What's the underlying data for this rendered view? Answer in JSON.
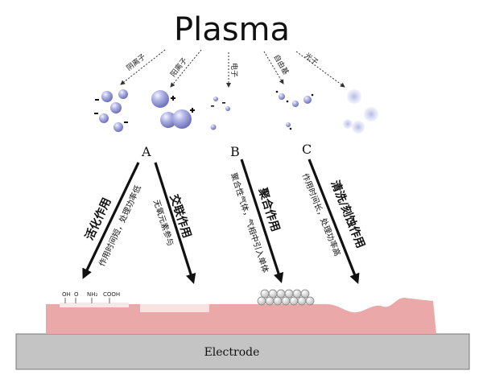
{
  "title": "Plasma",
  "species": [
    {
      "id": "neg",
      "label": "阴离子"
    },
    {
      "id": "pos",
      "label": "阳离子"
    },
    {
      "id": "electron",
      "label": "电子"
    },
    {
      "id": "radical",
      "label": "自由基"
    },
    {
      "id": "photon",
      "label": "光子"
    }
  ],
  "mechanisms": [
    {
      "letter": "A",
      "title": "活化作用",
      "note": "作用时间短，处理功率低"
    },
    {
      "letter": "",
      "title": "交联作用",
      "note": "无氧元素参与"
    },
    {
      "letter": "B",
      "title": "聚合作用",
      "note": "聚合性气体，气相中引入单体"
    },
    {
      "letter": "C",
      "title": "清洗/刻蚀作用",
      "note": "作用时间长，处理功率高"
    }
  ],
  "functional_groups": [
    "OH",
    "O",
    "NH₂",
    "COOH"
  ],
  "electrode_label": "Electrode",
  "colors": {
    "sphere": "#9da0d8",
    "sphere_dark": "#6e72b8",
    "substrate": "#eba8a8",
    "electrode": "#c4c4c4",
    "polymer_bead": "#e2e2e2"
  }
}
